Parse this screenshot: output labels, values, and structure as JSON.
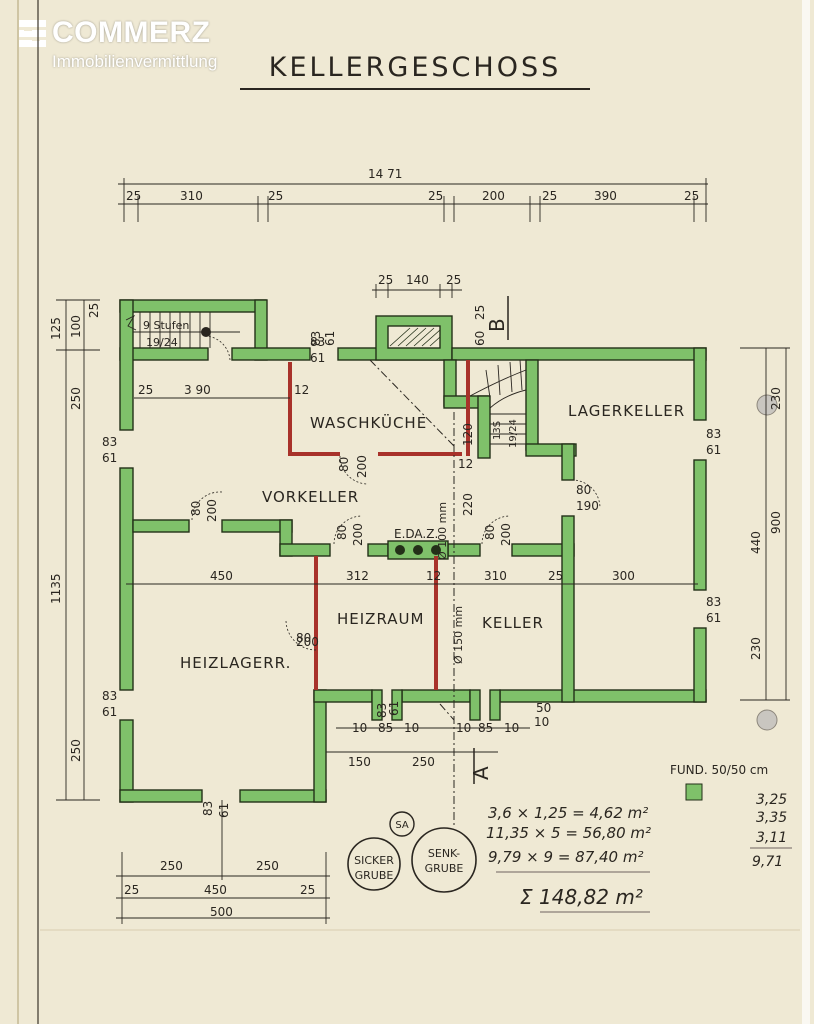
{
  "logo": {
    "word": "COMMERZ",
    "sub": "Immobilienvermittlung",
    "mark": "commerzbank-s-logo"
  },
  "title": "KELLERGESCHOSS",
  "colors": {
    "paper": "#efe9d4",
    "wall_fill": "#7fc16a",
    "wall_stroke": "#233018",
    "inner_wall": "#a8322a",
    "ink": "#2a2620",
    "pencil": "#6f6460"
  },
  "rooms": {
    "waschkueche": "WASCHKÜCHE",
    "lagerkeller": "LAGERKELLER",
    "vorkeller": "VORKELLER",
    "heizraum": "HEIZRAUM",
    "keller": "KELLER",
    "heizlager": "HEIZLAGERR.",
    "sickergrube": [
      "SICKER",
      "GRUBE"
    ],
    "senkgrube": [
      "SENK-",
      "GRUBE"
    ],
    "sa": "SA"
  },
  "stairs": {
    "main_steps": "9 Stufen",
    "main_size": "19/24",
    "second_steps": "13S",
    "second_size": "19/24"
  },
  "labels": {
    "eda": "E.DA.Z.",
    "section_a": "A",
    "section_b": "B",
    "fund": "FUND. 50/50 cm",
    "pipe_100": "Ø 100 mm",
    "pipe_150": "Ø 150 mm"
  },
  "dimensions": {
    "top_total": "14 71",
    "top_parts": [
      "25",
      "310",
      "25",
      "25",
      "200",
      "25",
      "390",
      "25"
    ],
    "stair_top": [
      "25",
      "140",
      "25"
    ],
    "left": [
      "125",
      "100",
      "25",
      "250",
      "83",
      "61",
      "1135",
      "83",
      "61",
      "250"
    ],
    "right": [
      "230",
      "83",
      "61",
      "900",
      "440",
      "83",
      "61",
      "230"
    ],
    "bottom1": [
      "250",
      "250"
    ],
    "bottom2": [
      "25",
      "450",
      "25"
    ],
    "bottom_total": "500",
    "inner": [
      "25",
      "3 90",
      "12",
      "12",
      "80",
      "200",
      "80",
      "200",
      "80",
      "200",
      "80",
      "190",
      "80",
      "200",
      "80",
      "200",
      "450",
      "312",
      "12",
      "310",
      "25",
      "300",
      "83",
      "61",
      "83",
      "61",
      "10",
      "85",
      "10",
      "10",
      "85",
      "10",
      "50",
      "10",
      "150",
      "250",
      "83",
      "61",
      "220",
      "120",
      "60",
      "25",
      "83",
      "61"
    ]
  },
  "handwritten": {
    "calc1": "3,6 × 1,25 = 4,62 m²",
    "calc2": "11,35 × 5 = 56,80 m²",
    "calc3": "9,79 × 9 = 87,40 m²",
    "total": "Σ 148,82 m²",
    "side": [
      "3,25",
      "3,35",
      "3,11",
      "9,71"
    ]
  }
}
